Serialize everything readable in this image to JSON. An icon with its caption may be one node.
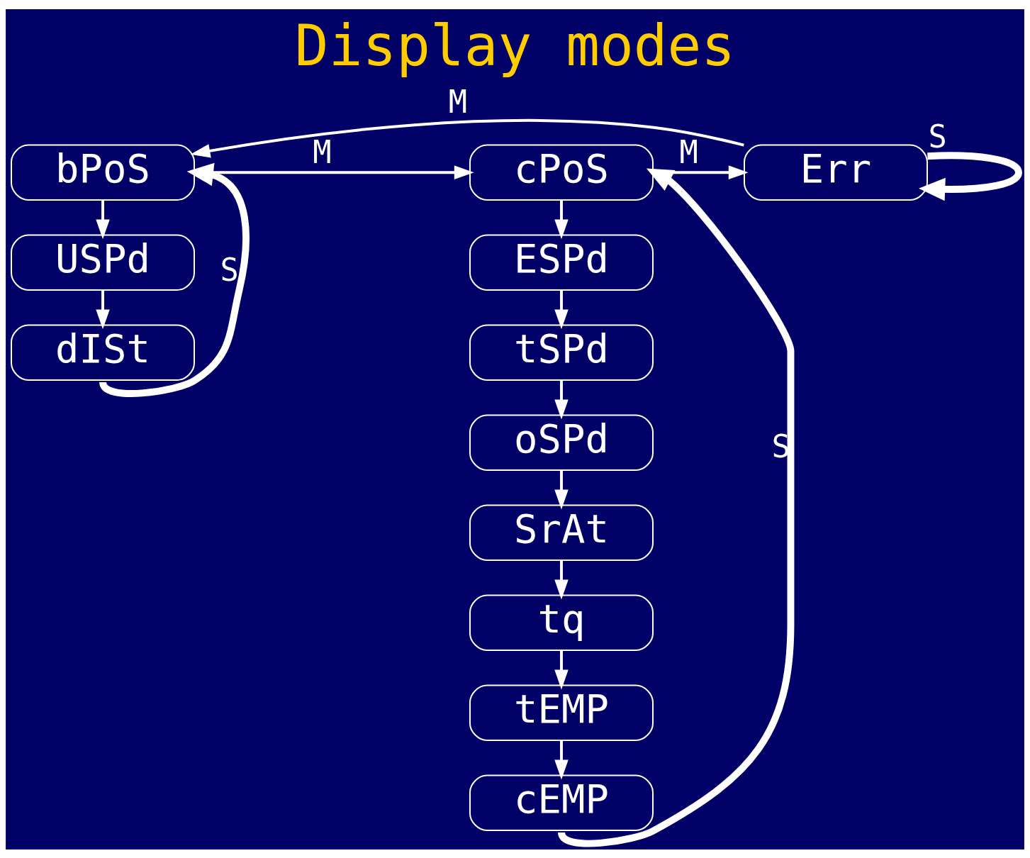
{
  "diagram": {
    "title": "Display modes",
    "nodes": [
      {
        "text": [
          "bPoS"
        ]
      },
      {
        "text": [
          "USPd"
        ]
      },
      {
        "text": [
          "dISt"
        ]
      },
      {
        "text": [
          "cPoS"
        ]
      },
      {
        "text": [
          "ESPd"
        ]
      },
      {
        "text": [
          "tSPd"
        ]
      },
      {
        "text": [
          "oSPd"
        ]
      },
      {
        "text": [
          "SrAt"
        ]
      },
      {
        "text": [
          "tq"
        ]
      },
      {
        "text": [
          "tEMP"
        ]
      },
      {
        "text": [
          "cEMP"
        ]
      },
      {
        "text": [
          "Err"
        ]
      }
    ],
    "edges": [
      {
        "from": 0,
        "to": 1,
        "arrow": "to"
      },
      {
        "from": 1,
        "to": 2,
        "arrow": "to"
      },
      {
        "from": 2,
        "to": 0,
        "arrow": "to",
        "label": "S",
        "style": "thick"
      },
      {
        "from": 3,
        "to": 4,
        "arrow": "to"
      },
      {
        "from": 4,
        "to": 5,
        "arrow": "to"
      },
      {
        "from": 5,
        "to": 6,
        "arrow": "to"
      },
      {
        "from": 6,
        "to": 7,
        "arrow": "to"
      },
      {
        "from": 7,
        "to": 8,
        "arrow": "to"
      },
      {
        "from": 8,
        "to": 9,
        "arrow": "to"
      },
      {
        "from": 9,
        "to": 10,
        "arrow": "to"
      },
      {
        "from": 10,
        "to": 3,
        "arrow": "to",
        "label": "S",
        "style": "thick"
      },
      {
        "from": 11,
        "to": 11,
        "arrow": "to",
        "label": "S",
        "style": "thick"
      },
      {
        "from": 0,
        "to": 3,
        "arrow": "to",
        "label": "M"
      },
      {
        "from": 3,
        "to": 11,
        "arrow": "to",
        "label": "M"
      },
      {
        "from": 11,
        "to": 0,
        "arrow": "to",
        "label": "M"
      }
    ]
  }
}
